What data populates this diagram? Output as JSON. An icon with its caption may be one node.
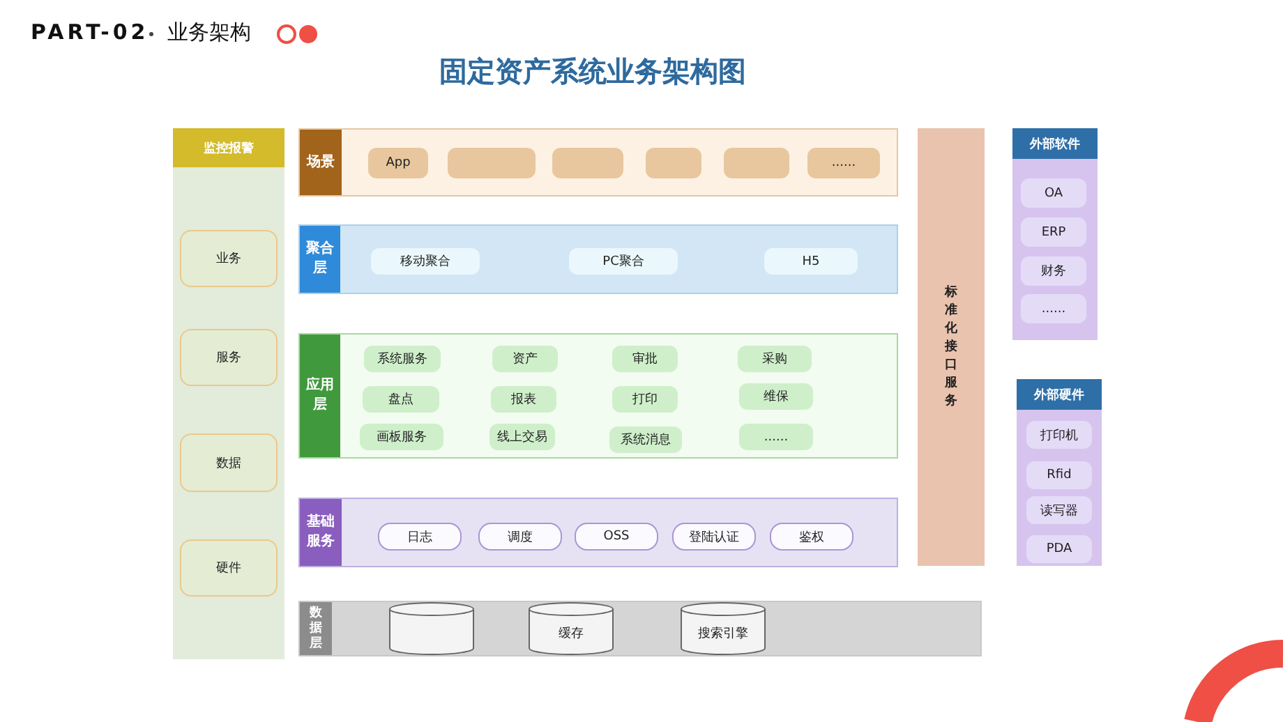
{
  "diagram": {
    "title": "固定资产系统业务架构图",
    "nodes": [
      {
        "text": [
          "监控报警"
        ]
      },
      {
        "text": [
          "业务"
        ],
        "in": 0
      },
      {
        "text": [
          "服务"
        ],
        "in": 0
      },
      {
        "text": [
          "数据"
        ],
        "in": 0
      },
      {
        "text": [
          "硬件"
        ],
        "in": 0
      },
      {
        "text": [
          "场景"
        ]
      },
      {
        "text": [
          "App"
        ],
        "in": 5
      },
      {
        "text": [],
        "shape": "box",
        "in": 5
      },
      {
        "text": [],
        "shape": "box",
        "in": 5
      },
      {
        "text": [],
        "shape": "box",
        "in": 5
      },
      {
        "text": [],
        "shape": "box",
        "in": 5
      },
      {
        "text": [
          "......"
        ],
        "in": 5
      },
      {
        "text": [
          "聚合层"
        ]
      },
      {
        "text": [
          "移动聚合"
        ],
        "in": 12
      },
      {
        "text": [
          "PC聚合"
        ],
        "in": 12
      },
      {
        "text": [
          "H5"
        ],
        "in": 12
      },
      {
        "text": [
          "应用层"
        ]
      },
      {
        "text": [
          "系统服务"
        ],
        "in": 16
      },
      {
        "text": [
          "资产"
        ],
        "in": 16
      },
      {
        "text": [
          "审批"
        ],
        "in": 16
      },
      {
        "text": [
          "采购"
        ],
        "in": 16
      },
      {
        "text": [
          "盘点"
        ],
        "in": 16
      },
      {
        "text": [
          "报表"
        ],
        "in": 16
      },
      {
        "text": [
          "打印"
        ],
        "in": 16
      },
      {
        "text": [
          "维保"
        ],
        "in": 16
      },
      {
        "text": [
          "画板服务"
        ],
        "in": 16
      },
      {
        "text": [
          "线上交易"
        ],
        "in": 16
      },
      {
        "text": [
          "系统消息"
        ],
        "in": 16
      },
      {
        "text": [
          "......"
        ],
        "in": 16
      },
      {
        "text": [
          "基础服务"
        ]
      },
      {
        "text": [
          "日志"
        ],
        "in": 29
      },
      {
        "text": [
          "调度"
        ],
        "in": 29
      },
      {
        "text": [
          "OSS"
        ],
        "in": 29
      },
      {
        "text": [
          "登陆认证"
        ],
        "in": 29
      },
      {
        "text": [
          "鉴权"
        ],
        "in": 29
      },
      {
        "text": [
          "数据层"
        ]
      },
      {
        "text": [],
        "shape": "cylinder",
        "in": 35
      },
      {
        "text": [
          "缓存"
        ],
        "in": 35
      },
      {
        "text": [
          "搜索引擎"
        ],
        "in": 35
      },
      {
        "text": [
          "标准化接口服务"
        ]
      },
      {
        "text": [
          "外部软件"
        ]
      },
      {
        "text": [
          "OA"
        ],
        "in": 40
      },
      {
        "text": [
          "ERP"
        ],
        "in": 40
      },
      {
        "text": [
          "财务"
        ],
        "in": 40
      },
      {
        "text": [
          "......"
        ],
        "in": 40
      },
      {
        "text": [
          "外部硬件"
        ]
      },
      {
        "text": [
          "打印机"
        ],
        "in": 45
      },
      {
        "text": [
          "Rfid"
        ],
        "in": 45
      },
      {
        "text": [
          "读写器"
        ],
        "in": 45
      },
      {
        "text": [
          "PDA"
        ],
        "in": 45
      }
    ],
    "labels": [
      "PART-02",
      "业务架构"
    ]
  }
}
